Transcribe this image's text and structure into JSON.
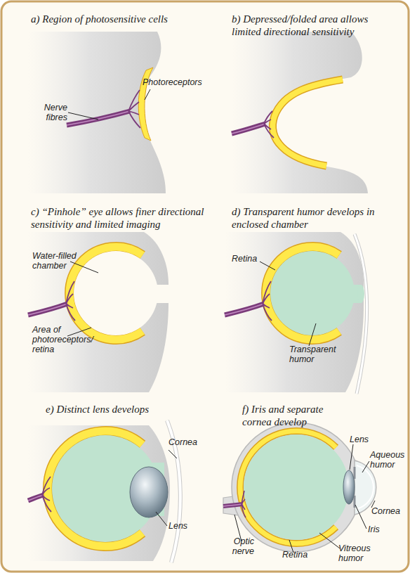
{
  "diagram": {
    "labels": [
      "a) Region of photosensitive cells",
      "Photoreceptors",
      "Nerve fibres",
      "b) Depressed/folded area allows limited directional sensitivity",
      "c) “Pinhole” eye allows finer directional sensitivity and limited imaging",
      "Water-filled chamber",
      "Area of photoreceptors/ retina",
      "d) Transparent humor develops in enclosed chamber",
      "Retina",
      "Transparent humor",
      "e) Distinct lens develops",
      "Cornea",
      "Lens",
      "f) Iris and separate cornea develop",
      "Lens",
      "Aqueous humor",
      "Cornea",
      "Iris",
      "Optic nerve",
      "Retina",
      "Vitreous humor"
    ]
  }
}
